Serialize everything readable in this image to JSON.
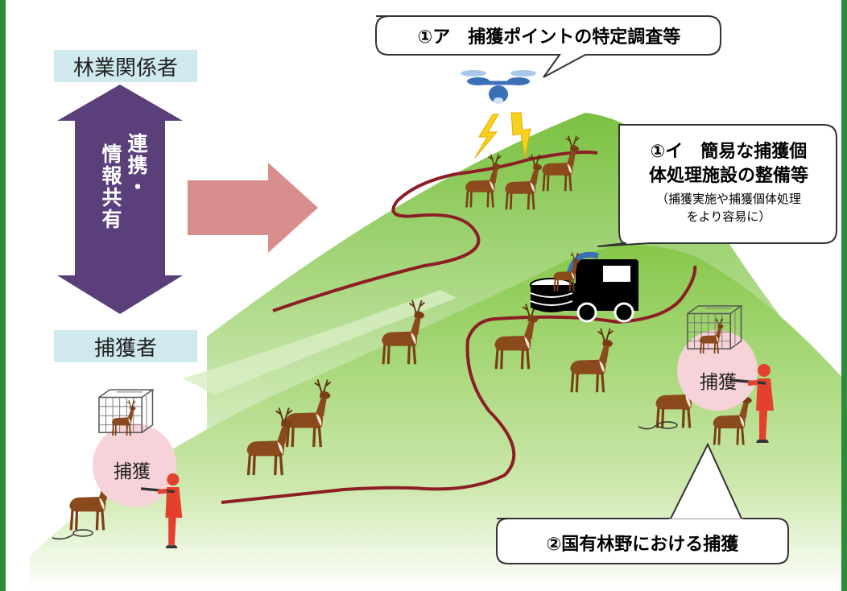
{
  "labels": {
    "forestry": "林業関係者",
    "hunters": "捕獲者"
  },
  "arrow_text": {
    "col1": "連携・",
    "col2": "情報共有"
  },
  "callouts": {
    "survey": "①ア　捕獲ポイントの特定調査等",
    "facility_line1": "①イ　簡易な捕獲個",
    "facility_line2": "体処理施設の整備等",
    "facility_note_line1": "（捕獲実施や捕獲個体処理",
    "facility_note_line2": "をより容易に）",
    "national_forest": "②国有林野における捕獲"
  },
  "capture_marks": {
    "left": "捕獲",
    "right": "捕獲"
  },
  "colors": {
    "frame": "#2e8b3a",
    "label_bg": "#cfe9ef",
    "double_arrow": "#5b3f7a",
    "block_arrow": "#d98e8e",
    "hill_dark": "#7bc142",
    "hill_light": "#c9e6a4",
    "road": "#8b1f25",
    "capture_circle": "#f6d3d8",
    "hunter": "#e3402e",
    "deer": "#8b4a1c",
    "drone": "#3b6fb6",
    "lightning": "#f6d21c"
  },
  "icons": [
    "drone-icon",
    "lightning-icon",
    "deer-icon",
    "cage-trap-icon",
    "hunter-icon",
    "truck-icon",
    "container-icon",
    "snare-icon"
  ]
}
